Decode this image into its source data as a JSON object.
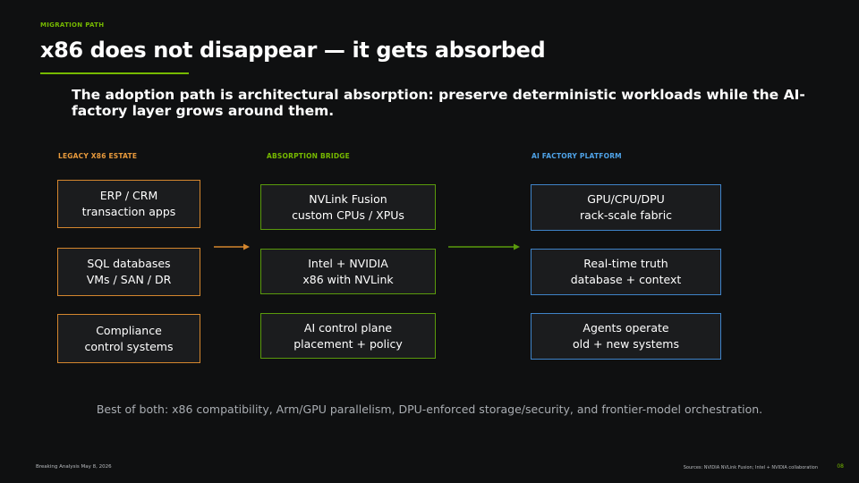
{
  "header": {
    "eyebrow": "MIGRATION PATH",
    "title": "x86 does not disappear — it gets absorbed",
    "subtitle": "The adoption path is architectural absorption: preserve deterministic workloads while the AI-factory layer grows around them."
  },
  "columns": {
    "legacy": {
      "heading": "LEGACY X86 ESTATE",
      "items": [
        "ERP / CRM\ntransaction apps",
        "SQL databases\nVMs / SAN / DR",
        "Compliance\ncontrol systems"
      ]
    },
    "bridge": {
      "heading": "ABSORPTION BRIDGE",
      "items": [
        "NVLink Fusion\ncustom CPUs / XPUs",
        "Intel + NVIDIA\nx86 with NVLink",
        "AI control plane\nplacement + policy"
      ]
    },
    "ai": {
      "heading": "AI FACTORY PLATFORM",
      "items": [
        "GPU/CPU/DPU\nrack-scale fabric",
        "Real-time truth\ndatabase + context",
        "Agents operate\nold + new systems"
      ]
    }
  },
  "footnote": "Best of both: x86 compatibility, Arm/GPU parallelism, DPU-enforced storage/security, and frontier-model orchestration.",
  "footer": {
    "left": "Breaking Analysis May 8, 2026",
    "sources": "Sources: NVIDIA NVLink Fusion; Intel + NVIDIA collaboration",
    "page": "08"
  },
  "colors": {
    "accent": "#76b900",
    "legacy": "#d4862e",
    "bridge": "#5a9a0c",
    "ai": "#3f83c8",
    "background": "#0f1011"
  }
}
